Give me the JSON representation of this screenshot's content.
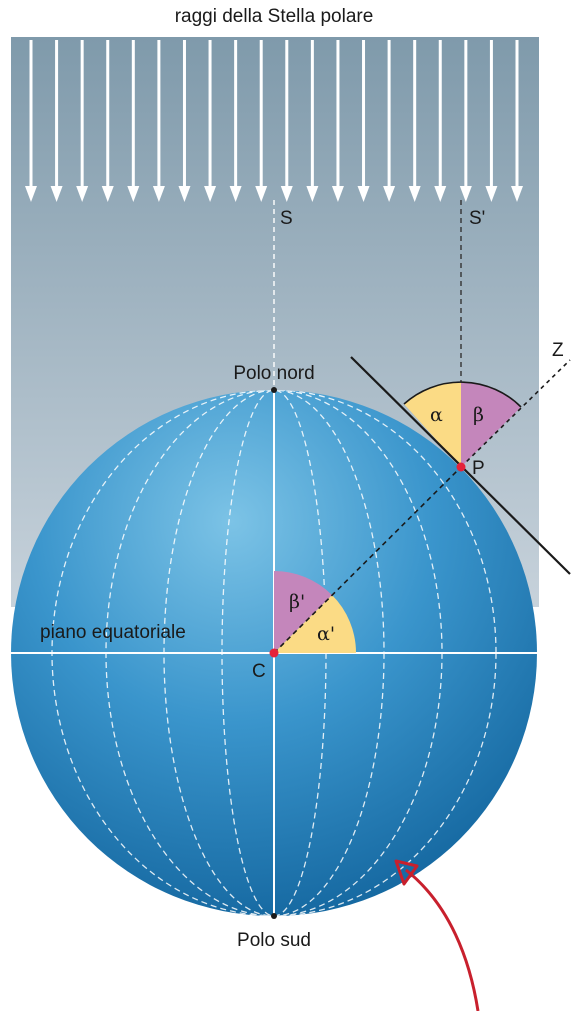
{
  "title": "raggi della Stella polare",
  "labels": {
    "S": "S",
    "S_prime": "S'",
    "Z": "Z",
    "P": "P",
    "C": "C",
    "north_pole": "Polo nord",
    "south_pole": "Polo sud",
    "equatorial_plane": "piano equatoriale",
    "alpha": "α",
    "beta": "β",
    "alpha_prime": "α'",
    "beta_prime": "β'"
  },
  "ray_count": 20,
  "colors": {
    "sky_top": "#7f9aab",
    "sky_bottom": "#c7d2db",
    "globe_light": "#7cc3e6",
    "globe_mid": "#3a95cc",
    "globe_dark": "#0e5f98",
    "angle_yellow": "#fbdb85",
    "angle_pink": "#c486bb",
    "point_red": "#e5223a",
    "arrow_red": "#c8202d",
    "line_dark": "#1a1a1a"
  }
}
